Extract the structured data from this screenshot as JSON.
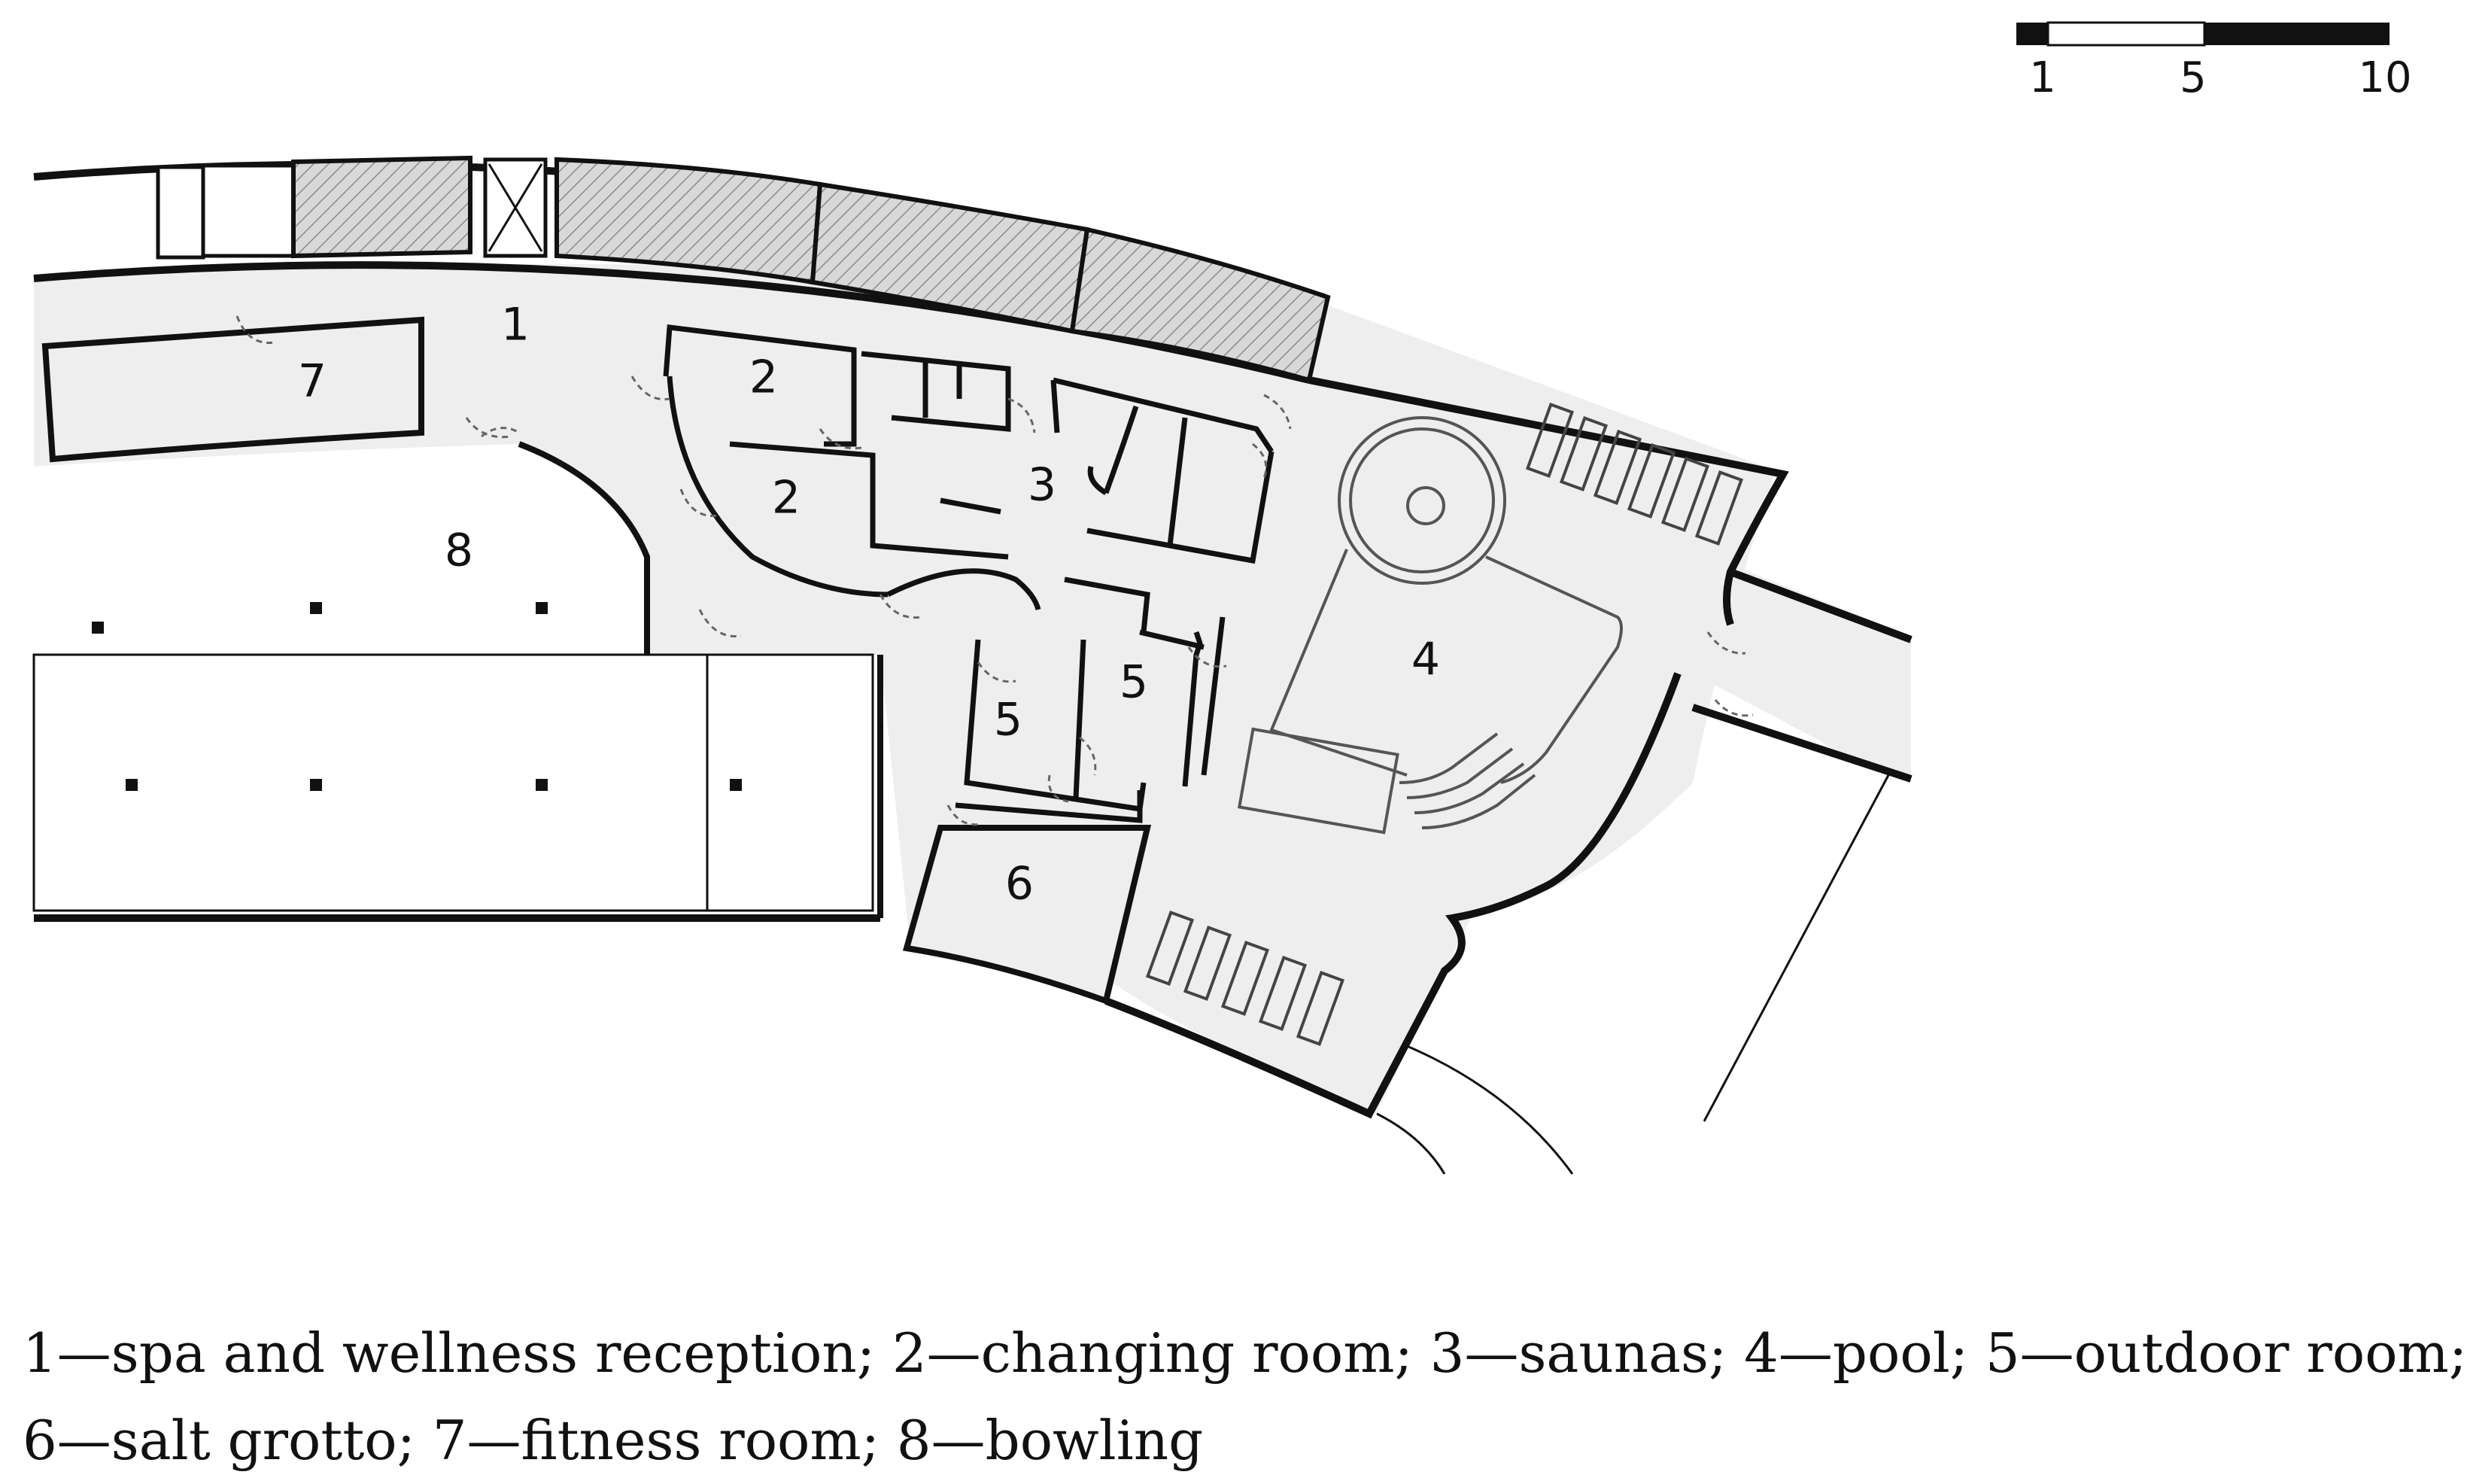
{
  "scale_bar": {
    "ticks": [
      "1",
      "5",
      "10"
    ]
  },
  "rooms": [
    {
      "id": "reception",
      "label": "1"
    },
    {
      "id": "changing-room-a",
      "label": "2"
    },
    {
      "id": "changing-room-b",
      "label": "2"
    },
    {
      "id": "saunas",
      "label": "3"
    },
    {
      "id": "pool",
      "label": "4"
    },
    {
      "id": "outdoor-room-a",
      "label": "5"
    },
    {
      "id": "outdoor-room-b",
      "label": "5"
    },
    {
      "id": "salt-grotto",
      "label": "6"
    },
    {
      "id": "fitness-room",
      "label": "7"
    },
    {
      "id": "bowling",
      "label": "8"
    }
  ],
  "caption": {
    "line1": "1—spa and wellness reception; 2—changing room; 3—saunas; 4—pool; 5—outdoor room;",
    "line2": "6—salt grotto; 7—fitness room; 8—bowling"
  }
}
